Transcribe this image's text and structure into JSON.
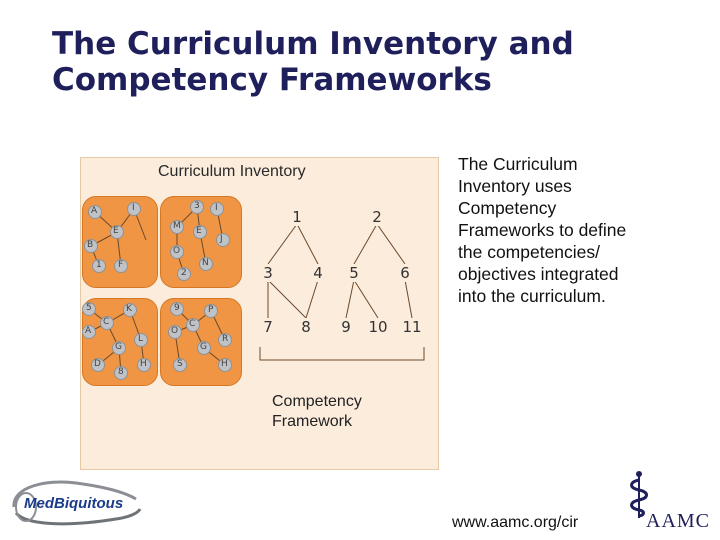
{
  "slide": {
    "title_line1": "The Curriculum Inventory and",
    "title_line2": "Competency Frameworks"
  },
  "diagram": {
    "panel_title": "Curriculum Inventory",
    "framework_caption_line1": "Competency",
    "framework_caption_line2": "Framework",
    "clusters": [
      {
        "nodes": [
          "A",
          "I",
          "E",
          "B",
          "1",
          "F"
        ]
      },
      {
        "nodes": [
          "3",
          "I",
          "M",
          "E",
          "J",
          "O",
          "N",
          "2"
        ]
      },
      {
        "nodes": [
          "5",
          "K",
          "A",
          "C",
          "L",
          "G",
          "D",
          "8",
          "H"
        ]
      },
      {
        "nodes": [
          "9",
          "P",
          "C",
          "O",
          "G",
          "R",
          "S",
          "H"
        ]
      }
    ],
    "framework_nodes": [
      "1",
      "2",
      "3",
      "4",
      "5",
      "6",
      "7",
      "8",
      "9",
      "10",
      "11"
    ]
  },
  "side_text": {
    "line1": "The Curriculum",
    "line2": "Inventory uses",
    "line3": "Competency",
    "line4": "Frameworks to define",
    "line5": "the competencies/",
    "line6": "objectives integrated",
    "line7": "into the curriculum."
  },
  "footer": {
    "url": "www.aamc.org/cir",
    "logo_left_text": "MedBiquitous",
    "logo_right_text": "AAMC"
  }
}
